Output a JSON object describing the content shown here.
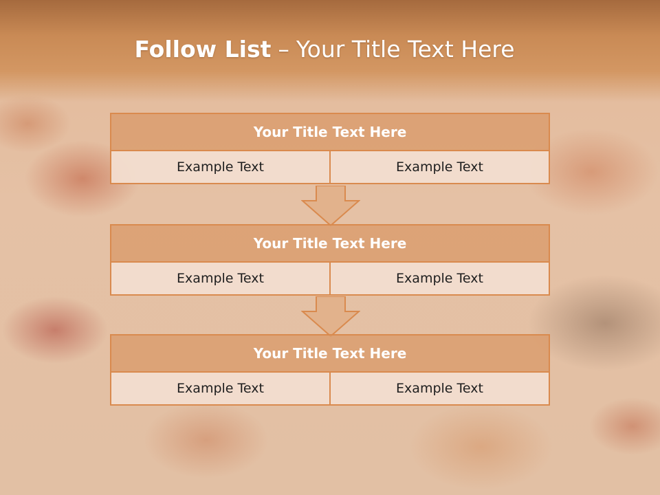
{
  "slide": {
    "title_bold": "Follow List",
    "title_separator": "–",
    "title_rest": "Your Title Text Here"
  },
  "blocks": [
    {
      "title": "Your Title Text Here",
      "cells": [
        "Example Text",
        "Example Text"
      ]
    },
    {
      "title": "Your Title Text Here",
      "cells": [
        "Example Text",
        "Example Text"
      ]
    },
    {
      "title": "Your Title Text Here",
      "cells": [
        "Example Text",
        "Example Text"
      ]
    }
  ],
  "colors": {
    "banner": "#c98a55",
    "header_fill": "#da9c6c",
    "border": "#d98a4e",
    "cell_fill": "#f3ded0",
    "arrow_fill": "#e2b28c"
  },
  "background_image": "autumn-leaves-children-photo"
}
